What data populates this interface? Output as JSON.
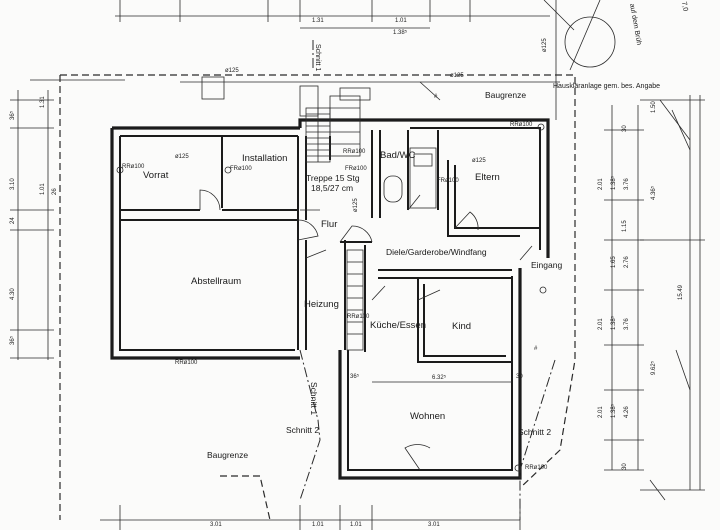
{
  "rooms": {
    "vorrat": "Vorrat",
    "installation": "Installation",
    "treppe": "Treppe 15 Stg",
    "treppe_mass": "18,5/27 cm",
    "bad": "Bad/WC",
    "eltern": "Eltern",
    "flur": "Flur",
    "diele": "Diele/Garderobe/Windfang",
    "eingang": "Eingang",
    "abstellraum": "Abstellraum",
    "heizung": "Heizung",
    "kueche": "Küche/Essen",
    "kind": "Kind",
    "wohnen": "Wohnen"
  },
  "annotations": {
    "hauskläranlage": "Hauskläranlage gem. bes. Angabe",
    "baugrenze_top": "Baugrenze",
    "baugrenze_bottom": "Baugrenze",
    "schnitt1_top": "Schnitt 1",
    "schnitt1_mid": "Schnitt 1",
    "schnitt2_left": "Schnitt 2",
    "schnitt2_right": "Schnitt 2",
    "street": "auf dem Brüh",
    "street_num": "7,0"
  },
  "pipe_labels": {
    "d125_a": "ø125",
    "d125_b": "ø125",
    "d125_c": "ø125",
    "d125_d": "ø125",
    "d125_e": "ø125",
    "d125_f": "ø125",
    "rr100_a": "RRø100",
    "rr100_b": "RRø100",
    "rr100_c": "RRø100",
    "rr100_d": "RRø100",
    "rr100_e": "RRø100",
    "rr100_f": "RRø100",
    "fr100_a": "FRø100",
    "fr100_b": "FRø100",
    "fr100_c": "FRø100"
  },
  "dimensions": {
    "top": [
      "1.31",
      "1.01",
      "1.38⁵"
    ],
    "bottom": [
      "3.01",
      "1.01",
      "1.01",
      "3.01"
    ],
    "right_outer": [
      "1.50",
      "4.36⁵",
      "15.49",
      "9.62⁵"
    ],
    "right_inner": [
      "30",
      "2.01",
      "1.38⁵",
      "3.76",
      "1.15",
      "1.65",
      "2.76",
      "2.01",
      "1.38⁵",
      "3.76",
      "2.01",
      "1.38⁵",
      "4.26",
      "30"
    ],
    "left": [
      "1.31",
      "36⁵",
      "3.10",
      "1.01",
      "26",
      "24",
      "4.30",
      "36⁵"
    ],
    "interior": [
      "6.32⁵",
      "30",
      "36⁵"
    ]
  },
  "colors": {
    "ink": "#1b1b1b",
    "paper": "#fbfbfa"
  }
}
